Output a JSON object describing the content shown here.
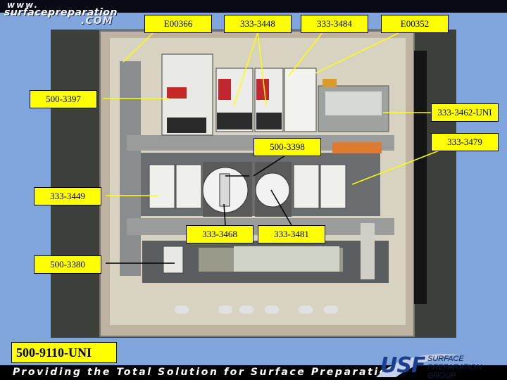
{
  "logo": {
    "www": "www.",
    "main": "surfacepreparation",
    "com": ".COM"
  },
  "callouts": {
    "e00366": "E00366",
    "c3448": "333-3448",
    "c3484": "333-3484",
    "e00352": "E00352",
    "c3397": "500-3397",
    "c3462": "333-3462-UNI",
    "c3479": "333-3479",
    "c3398": "500-3398",
    "c3449": "333-3449",
    "c3468": "333-3468",
    "c3481": "333-3481",
    "c3380": "500-3380"
  },
  "part_number": "500-9110-UNI",
  "tagline": "Providing the Total Solution for Surface Preparation",
  "company": {
    "letters": "USF",
    "name_line1": "SURFACE PREPARATION",
    "name_line2": "GROUP"
  },
  "colors": {
    "background": "#7fa5dc",
    "callout_fill": "#ffff00",
    "banner": "#000000",
    "brand_blue": "#1b3f8f"
  }
}
